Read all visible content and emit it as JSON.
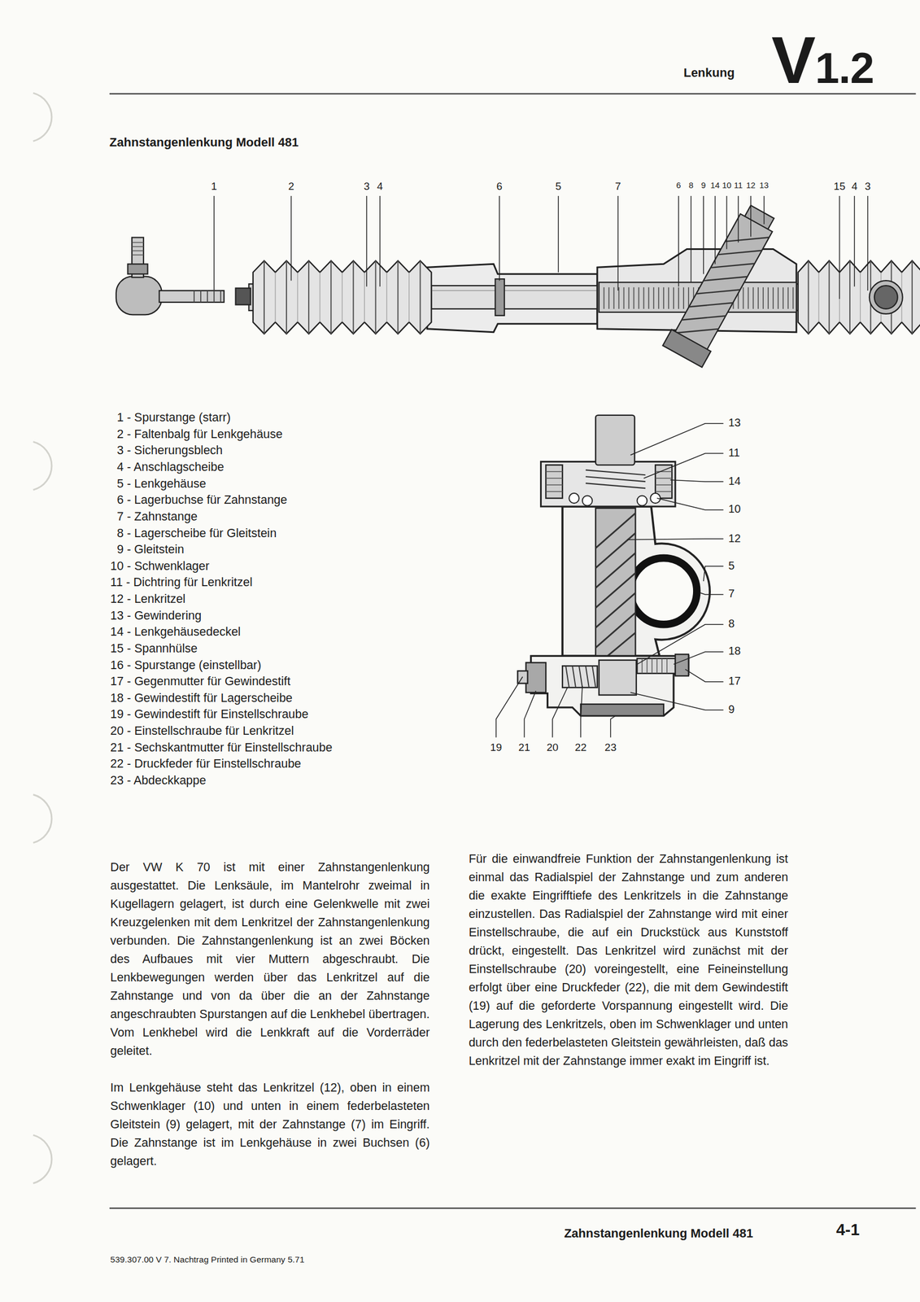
{
  "diagram": {
    "title": "Zahnstangenlenkung Modell 481",
    "labels": [
      "Lenkung",
      "V1.2",
      "1",
      "2",
      "3",
      "4",
      "6",
      "5",
      "7",
      "6",
      "8",
      "9",
      "14",
      "10",
      "11",
      "12",
      "13",
      "15",
      "4",
      "3",
      "1 - Spurstange (starr)",
      "2 - Faltenbalg für Lenkgehäuse",
      "3 - Sicherungsblech",
      "4 - Anschlagscheibe",
      "5 - Lenkgehäuse",
      "6 - Lagerbuchse für Zahnstange",
      "7 - Zahnstange",
      "8 - Lagerscheibe für Gleitstein",
      "9 - Gleitstein",
      "10 - Schwenklager",
      "11 - Dichtring für Lenkritzel",
      "12 - Lenkritzel",
      "13 - Gewindering",
      "14 - Lenkgehäusedeckel",
      "15 - Spannhülse",
      "16 - Spurstange (einstellbar)",
      "17 - Gegenmutter für Gewindestift",
      "18 - Gewindestift für Lagerscheibe",
      "19 - Gewindestift für Einstellschraube",
      "20 - Einstellschraube für Lenkritzel",
      "21 - Sechskantmutter für Einstellschraube",
      "22 - Druckfeder für Einstellschraube",
      "23 - Abdeckkappe",
      "13",
      "11",
      "14",
      "10",
      "12",
      "5",
      "7",
      "8",
      "18",
      "17",
      "9",
      "19",
      "21",
      "20",
      "22",
      "23",
      "Der VW K 70 ist mit einer Zahnstangenlenkung ausgestattet. Die Lenksäule, im Mantelrohr zweimal in Kugellagern gelagert, ist durch eine Gelenkwelle mit zwei Kreuzgelenken mit dem Lenkritzel der Zahnstangenlenkung verbunden. Die Zahnstangenlenkung ist an zwei Böcken des Aufbaues mit vier Muttern abgeschraubt. Die Lenkbewegungen werden über das Lenkritzel auf die Zahnstange und von da über die an der Zahnstange angeschraubten Spurstangen auf die Lenkhebel übertragen. Vom Lenkhebel wird die Lenkkraft auf die Vorderräder geleitet.",
      "Im Lenkgehäuse steht das Lenkritzel (12), oben in einem Schwenklager (10) und unten in einem federbelasteten Gleitstein (9) gelagert, mit der Zahnstange (7) im Eingriff. Die Zahnstange ist im Lenkgehäuse in zwei Buchsen (6) gelagert.",
      "Für die einwandfreie Funktion der Zahnstangenlenkung ist einmal das Radialspiel der Zahnstange und zum anderen die exakte Eingrifftiefe des Lenkritzels in die Zahnstange einzustellen. Das Radialspiel der Zahnstange wird mit einer Einstellschraube, die auf ein Druckstück aus Kunststoff drückt, eingestellt. Das Lenkritzel wird zunächst mit der Einstellschraube (20) voreingestellt, eine Feineinstellung erfolgt über eine Druckfeder (22), die mit dem Gewindestift (19) auf die geforderte Vorspannung eingestellt wird. Die Lagerung des Lenkritzels, oben im Schwenklager und unten durch den federbelasteten Gleitstein gewährleisten, daß das Lenkritzel mit der Zahnstange immer exakt im Eingriff ist.",
      "Zahnstangenlenkung Modell 481",
      "4-1",
      "539.307.00 V 7. Nachtrag Printed in Germany 5.71"
    ]
  }
}
